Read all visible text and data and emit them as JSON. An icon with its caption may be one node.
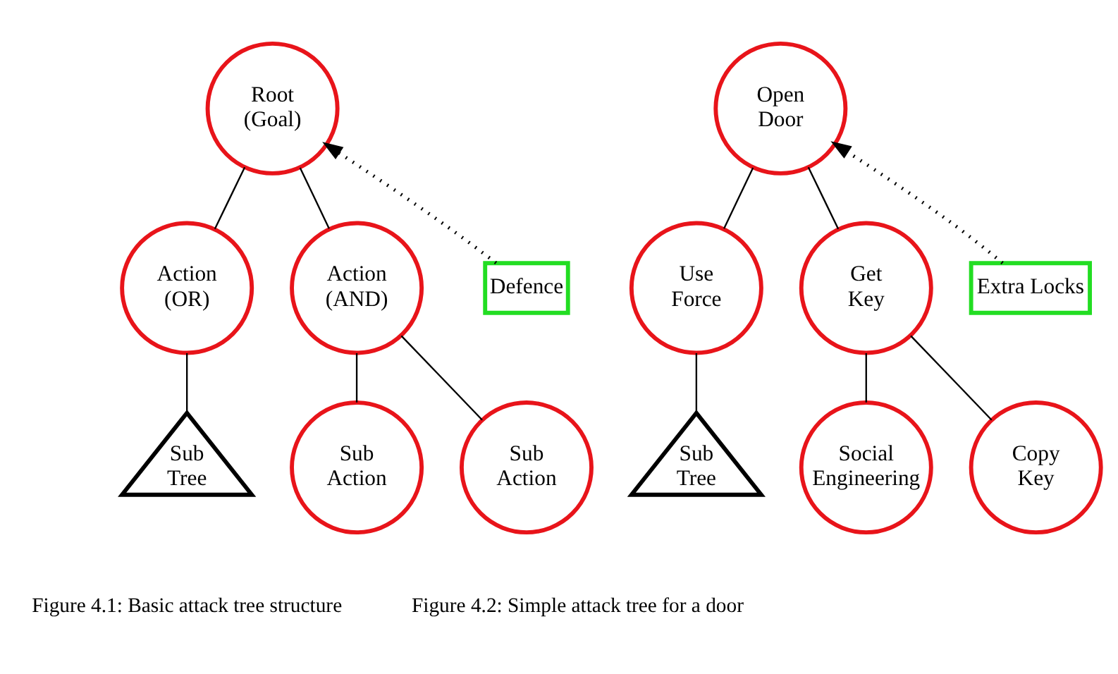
{
  "diagram": {
    "nodes": [
      {
        "text": [
          "Root (Goal)"
        ]
      },
      {
        "text": [
          "Action (OR)"
        ]
      },
      {
        "text": [
          "Action (AND)"
        ]
      },
      {
        "text": [
          "Sub Tree"
        ]
      },
      {
        "text": [
          "Sub Action"
        ]
      },
      {
        "text": [
          "Sub Action"
        ]
      },
      {
        "text": [
          "Defence"
        ]
      },
      {
        "text": [
          "Open Door"
        ]
      },
      {
        "text": [
          "Use Force"
        ]
      },
      {
        "text": [
          "Get Key"
        ]
      },
      {
        "text": [
          "Sub Tree"
        ]
      },
      {
        "text": [
          "Social Engineering"
        ]
      },
      {
        "text": [
          "Copy Key"
        ]
      },
      {
        "text": [
          "Extra Locks"
        ]
      }
    ],
    "edges": [
      {
        "from": 0,
        "to": 1,
        "arrow": "none"
      },
      {
        "from": 0,
        "to": 2,
        "arrow": "none"
      },
      {
        "from": 1,
        "to": 3,
        "arrow": "none"
      },
      {
        "from": 2,
        "to": 4,
        "arrow": "none"
      },
      {
        "from": 2,
        "to": 5,
        "arrow": "none"
      },
      {
        "from": 6,
        "to": 0,
        "arrow": "to",
        "style": "dashed"
      },
      {
        "from": 7,
        "to": 8,
        "arrow": "none"
      },
      {
        "from": 7,
        "to": 9,
        "arrow": "none"
      },
      {
        "from": 8,
        "to": 10,
        "arrow": "none"
      },
      {
        "from": 9,
        "to": 11,
        "arrow": "none"
      },
      {
        "from": 9,
        "to": 12,
        "arrow": "none"
      },
      {
        "from": 13,
        "to": 7,
        "arrow": "to",
        "style": "dashed"
      }
    ],
    "labels": [
      "Figure 4.1: Basic attack tree structure",
      "Figure 4.2: Simple attack tree for a door"
    ]
  }
}
